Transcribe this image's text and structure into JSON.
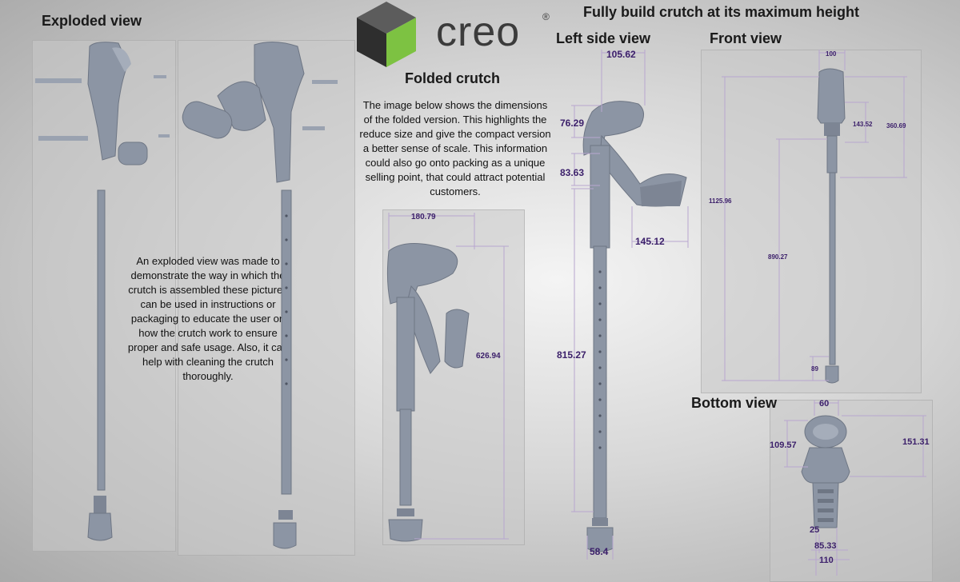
{
  "headings": {
    "exploded_view": "Exploded view",
    "folded_crutch": "Folded crutch",
    "full_title": "Fully build crutch at its maximum height",
    "left_side_view": "Left side view",
    "front_view": "Front view",
    "bottom_view": "Bottom view"
  },
  "logo": {
    "text": "creo",
    "mark": "®"
  },
  "paragraphs": {
    "folded": "The image below shows the dimensions of the folded version. This highlights the reduce size and give the compact version a better sense of scale. This information could also go onto packing as a unique selling point, that could attract potential customers.",
    "exploded": "An exploded view was made to demonstrate the way in which the crutch is assembled these pictures can be used in instructions or packaging to educate the user on how the crutch work to ensure proper and safe usage. Also, it can help with cleaning the crutch thoroughly."
  },
  "dimensions": {
    "folded": {
      "width": "180.79",
      "height": "626.94"
    },
    "left_side": {
      "top_width": "105.62",
      "cuff": "76.29",
      "handle_drop": "83.63",
      "handle_len": "145.12",
      "height": "815.27",
      "tip": "58.4"
    },
    "front": {
      "top_width": "100",
      "cuff": "143.52",
      "upper": "360.69",
      "total": "1125.96",
      "shaft": "890.27",
      "tip": "89"
    },
    "bottom": {
      "width": "60",
      "side_left": "109.57",
      "side_right": "151.31",
      "inner": "25",
      "span": "85.33",
      "total": "110"
    }
  },
  "colors": {
    "part": "#8c95a4",
    "part_dark": "#6e7684",
    "dim_line": "#b8a6cf",
    "dim_text": "#3b1f6a",
    "logo_green": "#7dc242"
  }
}
